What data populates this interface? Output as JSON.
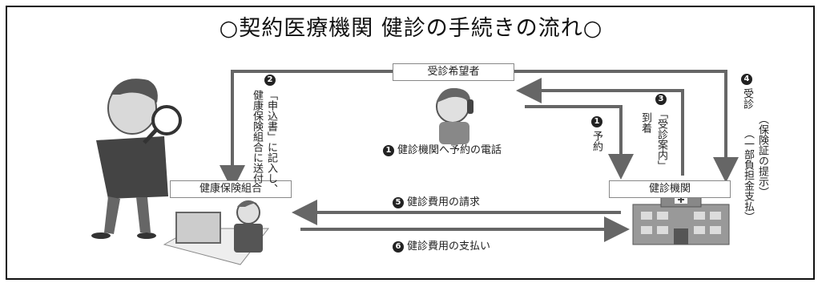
{
  "title": "○契約医療機関 健診の手続きの流れ○",
  "nodes": {
    "applicant": "受診希望者",
    "insurer": "健康保険組合",
    "clinic": "健診機関"
  },
  "steps": {
    "s1_num": "1",
    "s1_label": "健診機関へ予約の電話",
    "s1_short": "予約",
    "s2_num": "2",
    "s2_col1": "「申込書」に記入し、",
    "s2_col2": "健康保険組合に送付",
    "s3_num": "3",
    "s3_col1": "「受診案内」",
    "s3_col2": "到着",
    "s4_num": "4",
    "s4_col1": "受診",
    "s4_col2": "（保険証の提示）",
    "s4_col3": "（一部負担金支払）",
    "s5_num": "5",
    "s5_label": "健診費用の請求",
    "s6_num": "6",
    "s6_label": "健診費用の支払い"
  },
  "illustrations": {
    "left": "woman-with-magnifier",
    "applicant": "person-on-phone",
    "insurer": "clerk-at-computer",
    "clinic": "hospital-building"
  }
}
